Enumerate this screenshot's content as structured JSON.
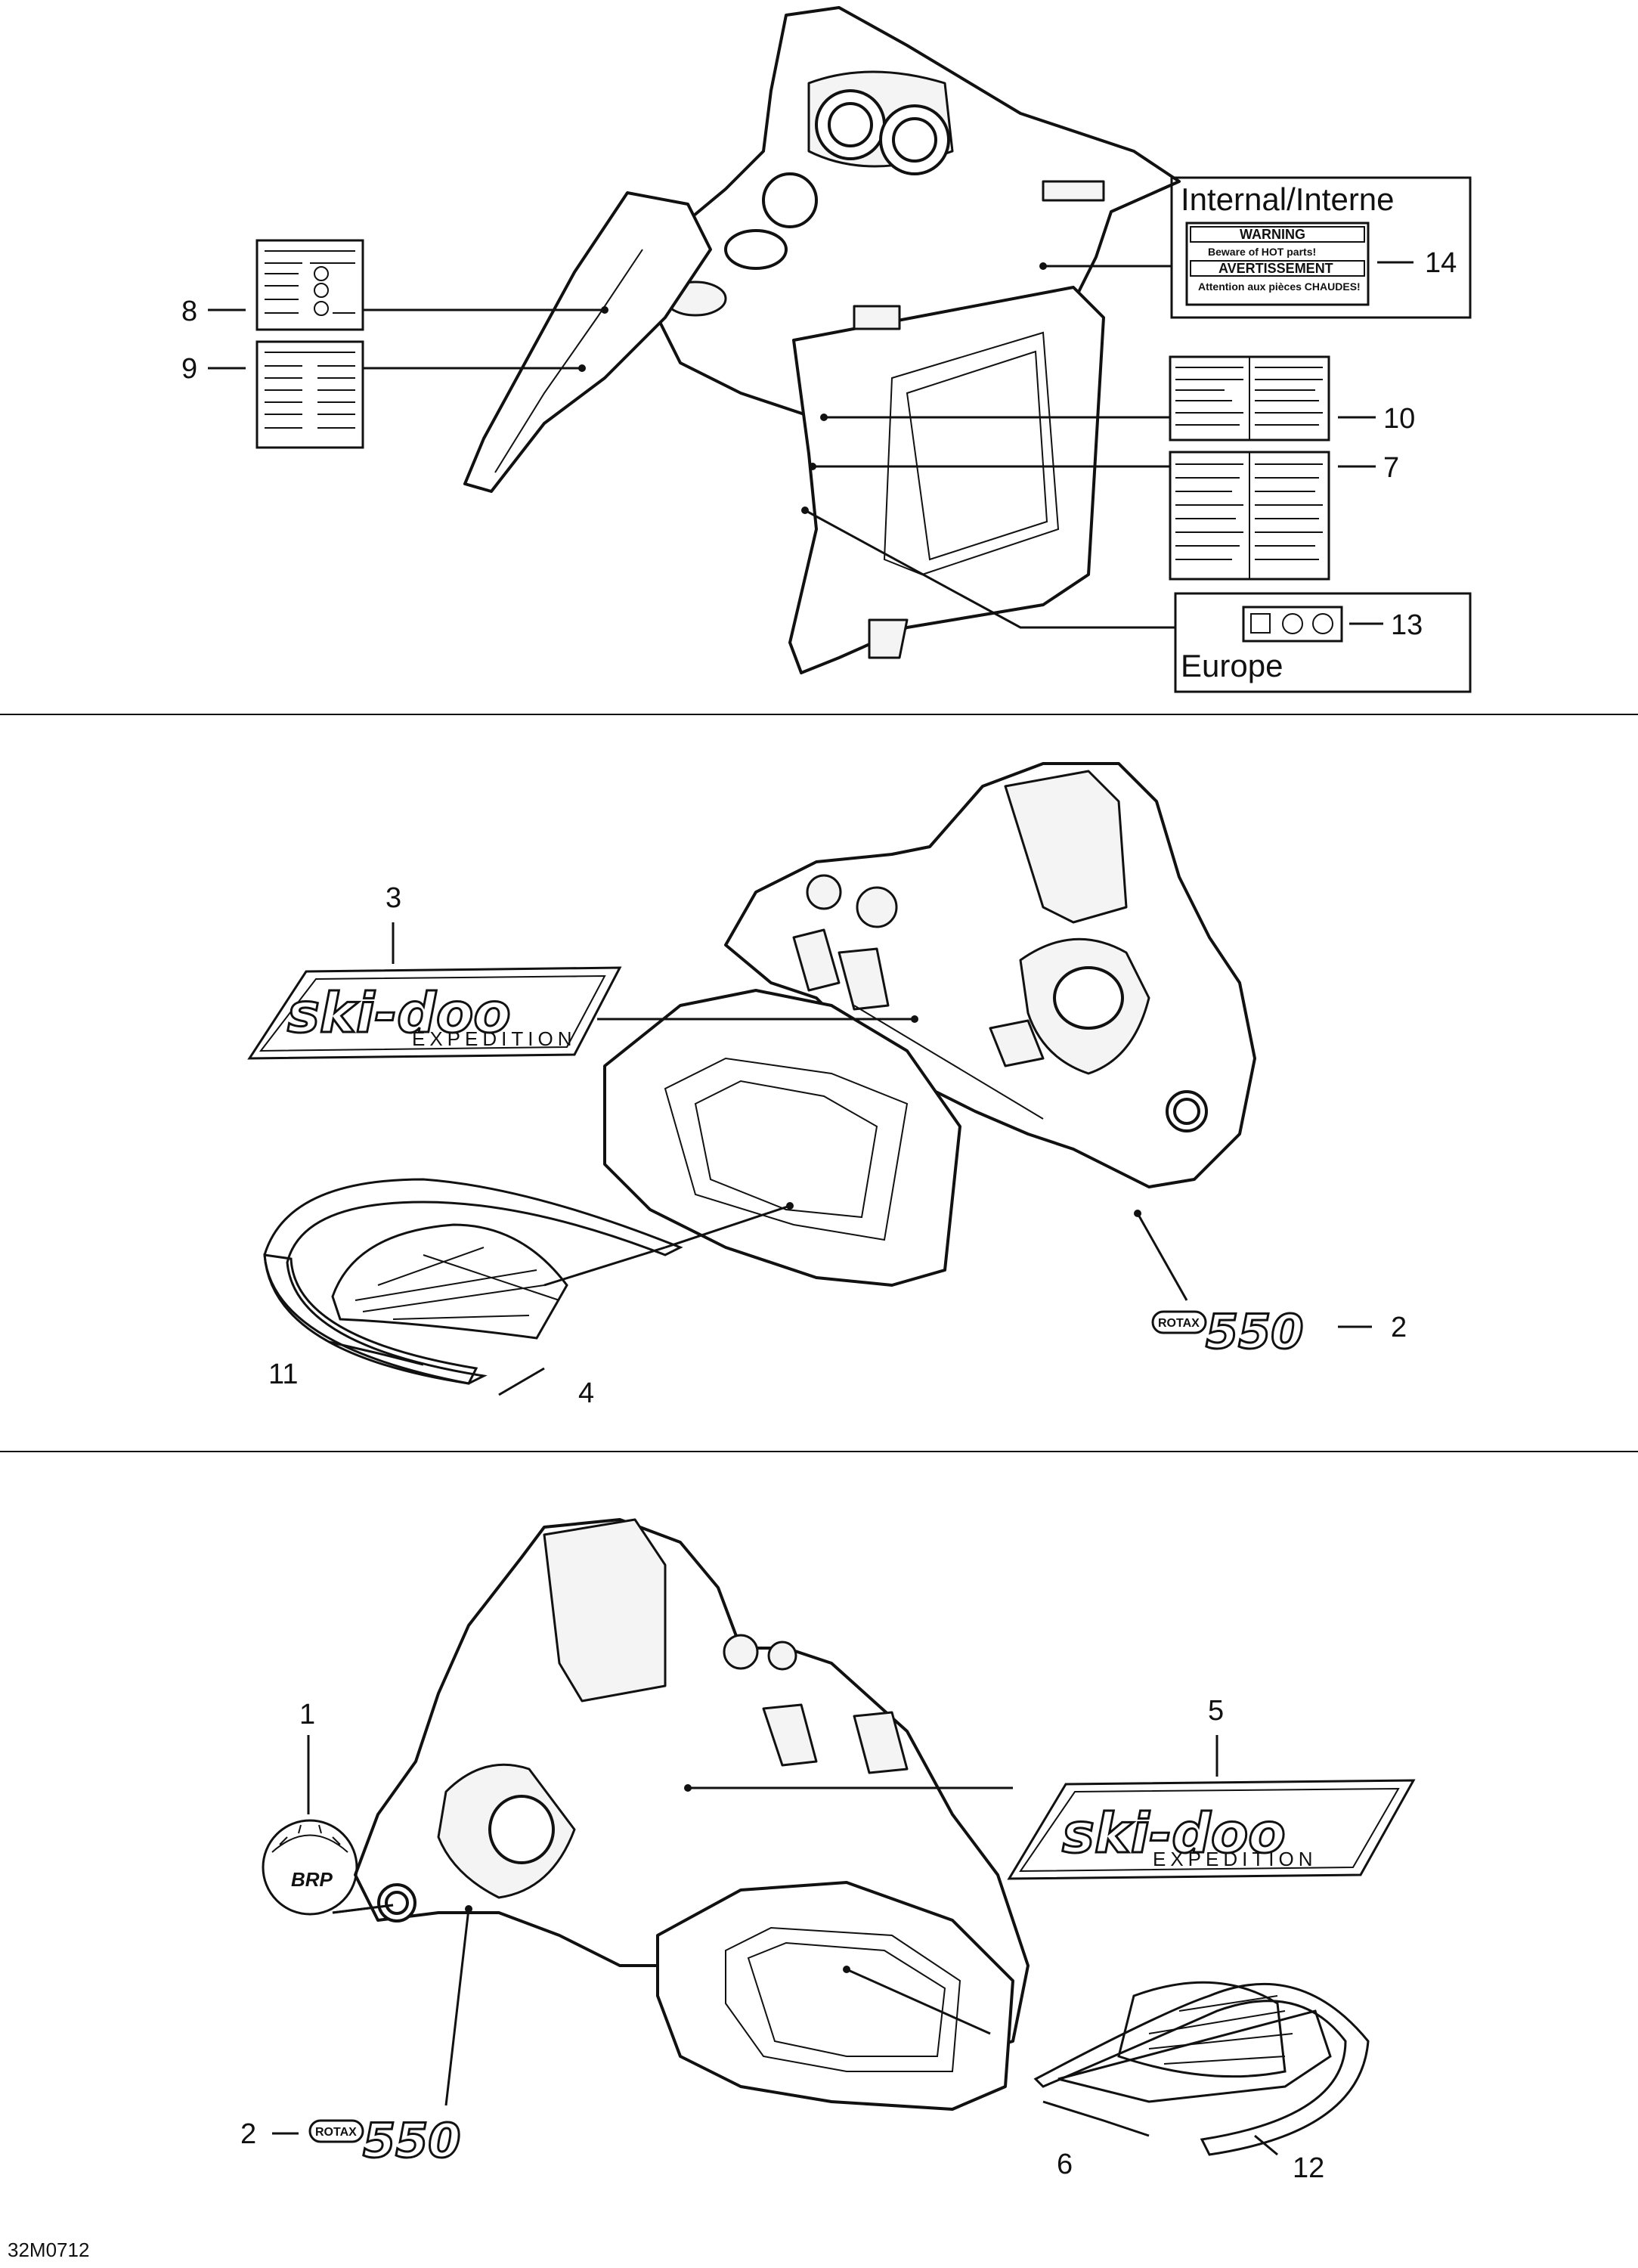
{
  "diagram_id": "32M0712",
  "callouts": {
    "c1": "1",
    "c2a": "2",
    "c2b": "2",
    "c3": "3",
    "c4": "4",
    "c5": "5",
    "c6": "6",
    "c7": "7",
    "c8": "8",
    "c9": "9",
    "c10": "10",
    "c11": "11",
    "c12": "12",
    "c13": "13",
    "c14": "14"
  },
  "boxes": {
    "internal": "Internal/Interne",
    "europe": "Europe"
  },
  "warning_label": {
    "warning": "WARNING",
    "line1": "Beware of HOT parts!",
    "avertissement": "AVERTISSEMENT",
    "line2": "Attention aux pièces CHAUDES!"
  },
  "decals": {
    "brand": "ski-doo",
    "model": "EXPEDITION",
    "engine_prefix": "ROTAX",
    "engine_number": "550",
    "badge": "BRP"
  },
  "colors": {
    "line": "#111111",
    "background": "#ffffff"
  }
}
